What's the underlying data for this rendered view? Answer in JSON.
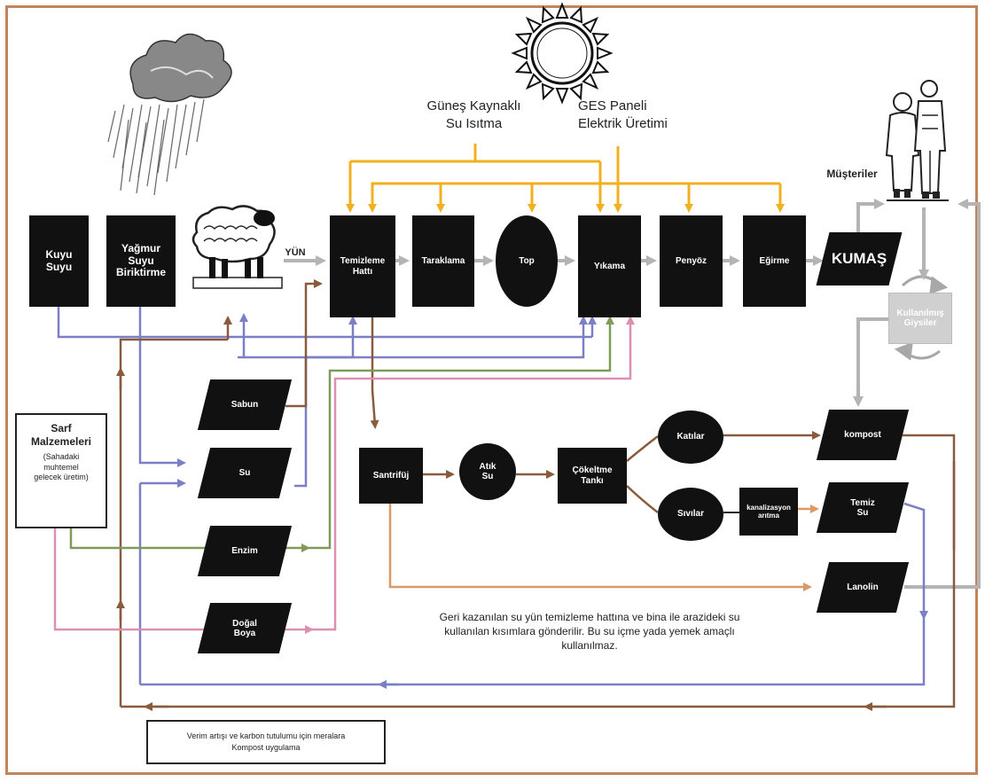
{
  "labels": {
    "solar_water": "Güneş Kaynaklı\nSu Isıtma",
    "ges": "GES Paneli\nElektrik Üretimi",
    "customers": "Müşteriler",
    "wool": "YÜN",
    "note": "Geri kazanılan su yün temizleme hattına ve bina ile arazideki su\nkullanılan kısımlara  gönderilir. Bu su içme yada yemek amaçlı\nkullanılmaz."
  },
  "nodes": {
    "kuyu": "Kuyu\nSuyu",
    "yagmur": "Yağmur\nSuyu\nBiriktirme",
    "temizleme": "Temizleme\nHattı",
    "taraklama": "Taraklama",
    "top": "Top",
    "yikama": "Yıkama",
    "penyoz": "Penyöz",
    "egirme": "Eğirme",
    "kumas": "KUMAŞ",
    "kullanilmis": "Kullanılmış\nGiysiler",
    "sabun": "Sabun",
    "su": "Su",
    "enzim": "Enzim",
    "dogal": "Doğal\nBoya",
    "sarf_title": "Sarf\nMalzemeleri",
    "sarf_sub": "(Sahadaki\nmuhtemel\ngelecek üretim)",
    "santrifuj": "Santrifüj",
    "atik": "Atık\nSu",
    "cokeltme": "Çökeltme\nTankı",
    "katilar": "Katılar",
    "sivilar": "Sıvılar",
    "kanal": "kanalizasyon\narıtma",
    "kompost": "kompost",
    "temiz": "Temiz\nSu",
    "lanolin": "Lanolin",
    "bottom_box": "Verim artışı ve karbon tutulumu için meralara\nKompost uygulama"
  },
  "colors": {
    "orange": "#f2b01e",
    "gray": "#b4b4b4",
    "blue": "#7b7fc6",
    "brown": "#8a5a3c",
    "olive": "#7f9b58",
    "pink": "#dc8fb0",
    "tan": "#d99a68",
    "frame": "#c0855a"
  },
  "icons": [
    "sun-icon",
    "rain-cloud-icon",
    "sheep-icon",
    "customers-icon",
    "recycle-icon"
  ]
}
